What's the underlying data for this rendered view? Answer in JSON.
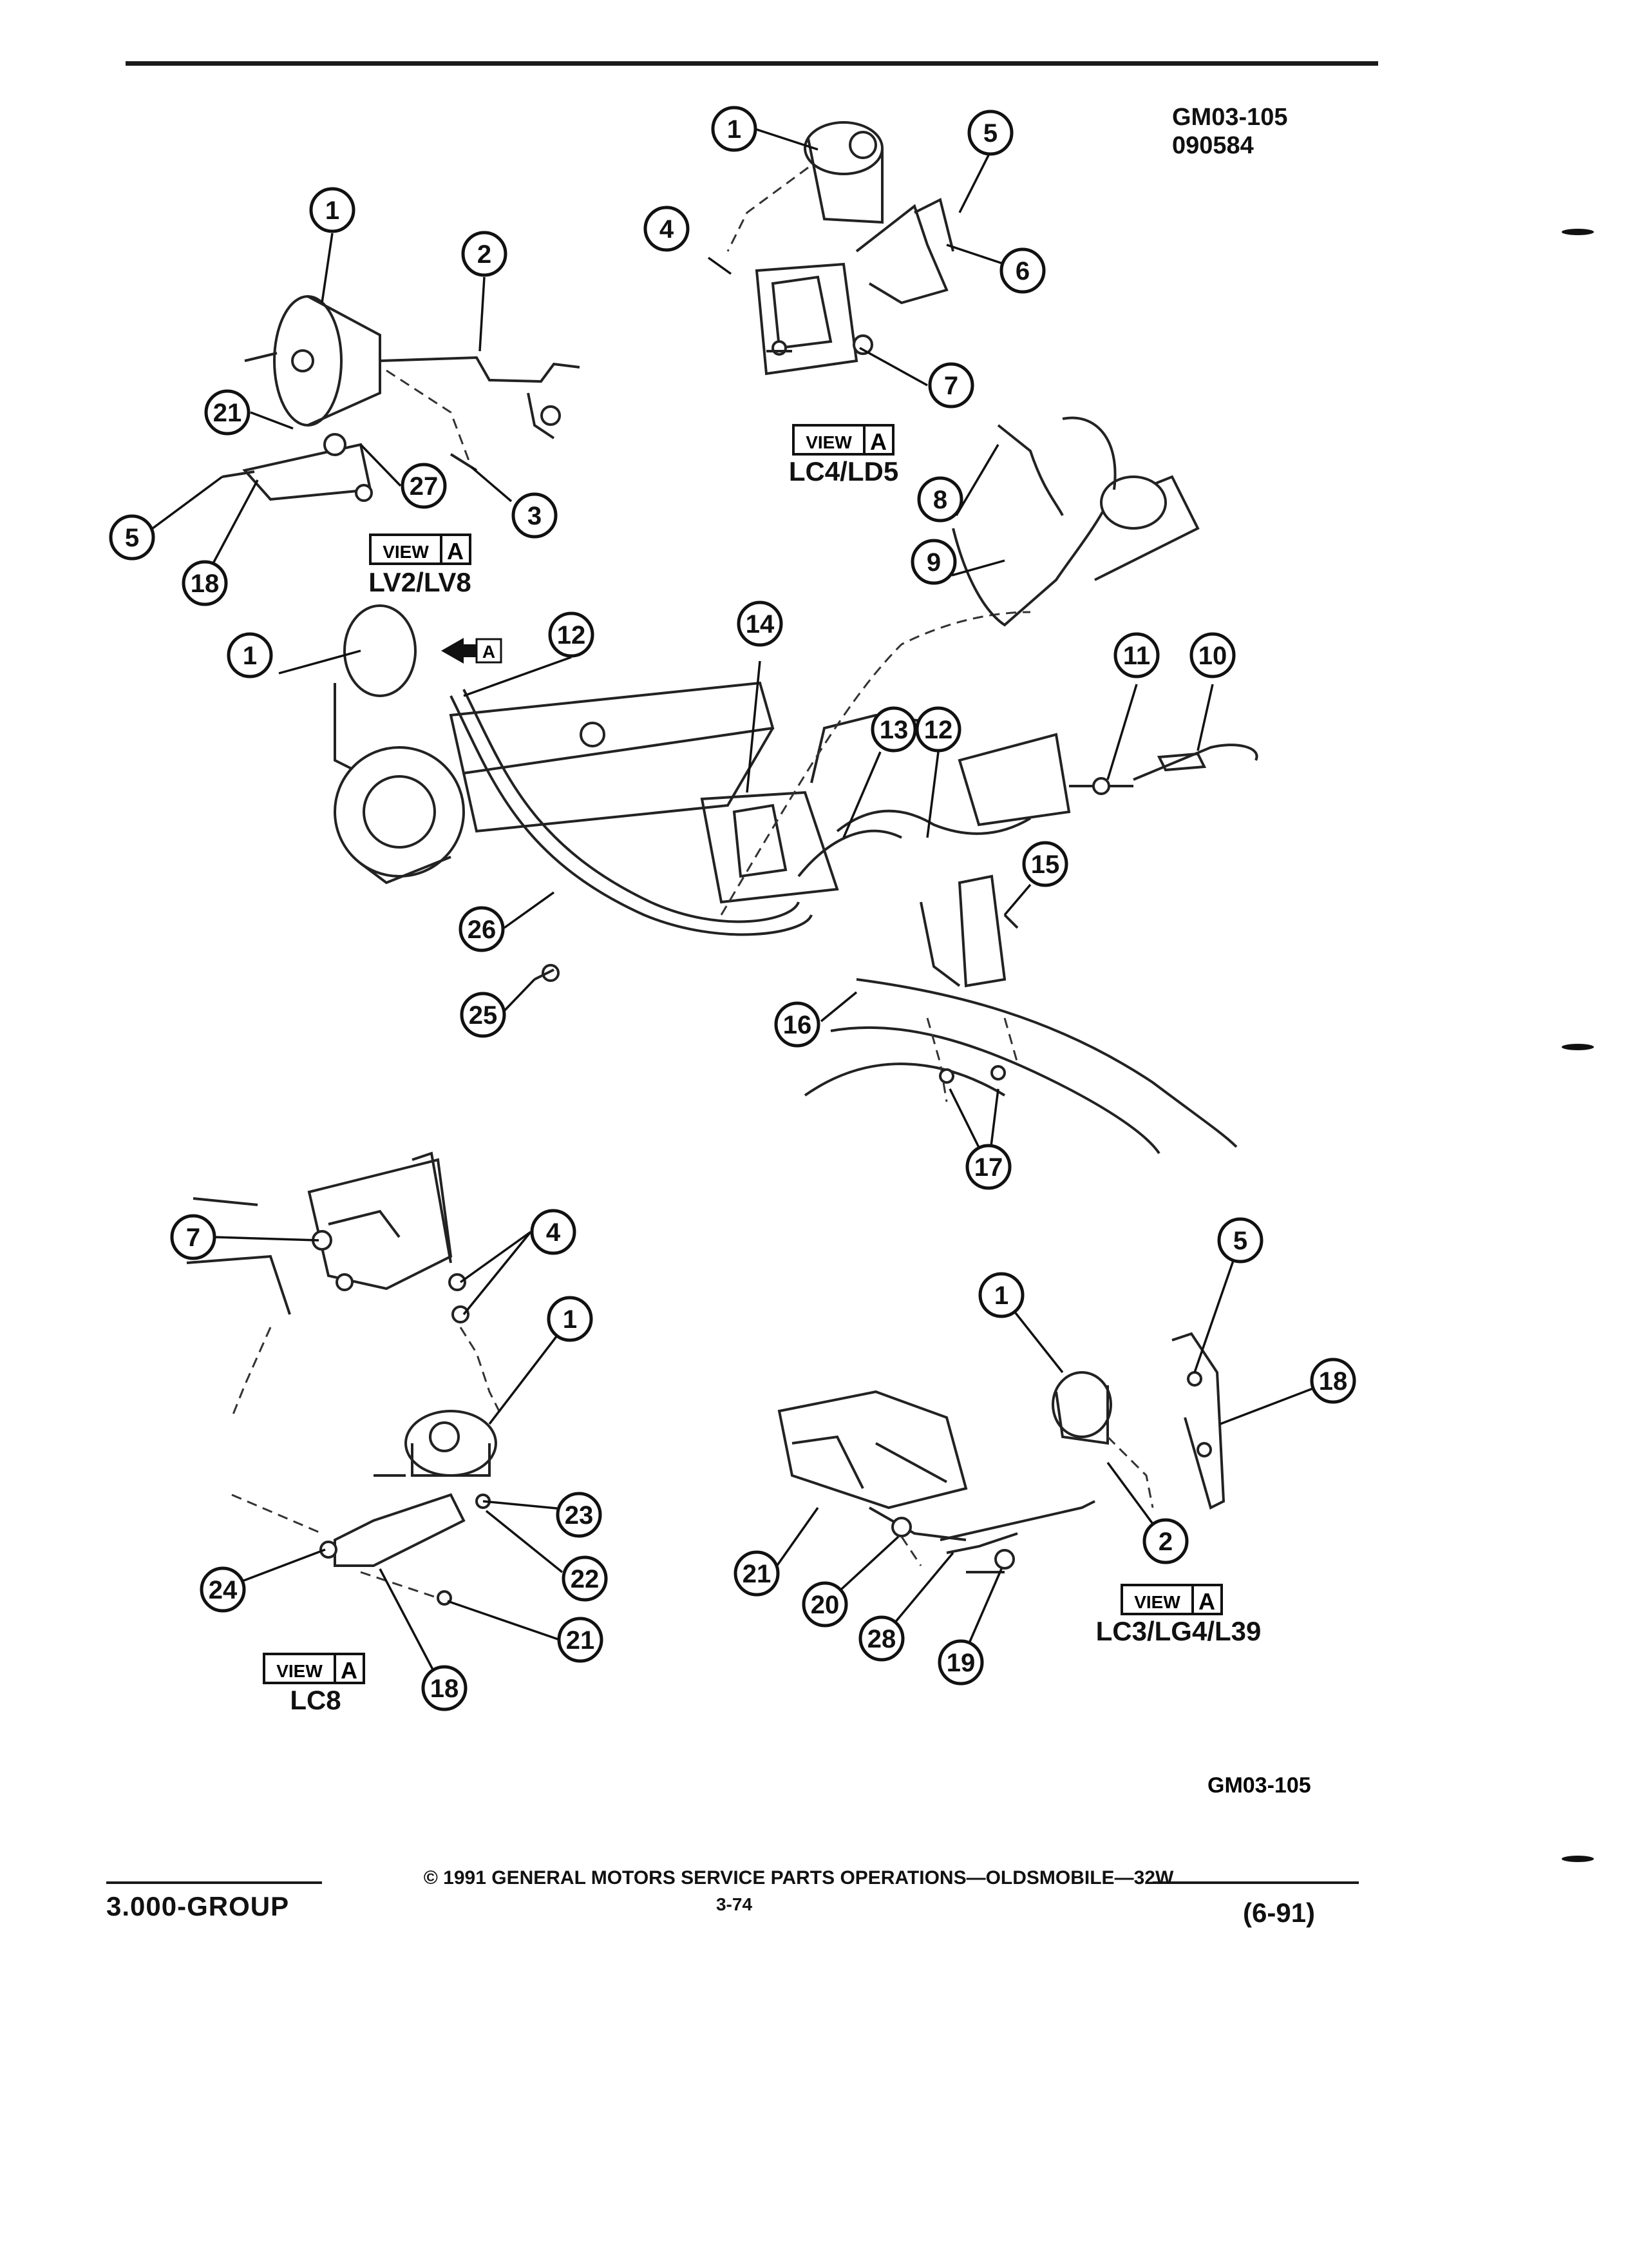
{
  "header": {
    "doc_code": "GM03-105",
    "doc_number": "090584"
  },
  "views": [
    {
      "id": "top-left",
      "view_word": "VIEW",
      "view_letter": "A",
      "engine": "LV2/LV8"
    },
    {
      "id": "top-center",
      "view_word": "VIEW",
      "view_letter": "A",
      "engine": "LC4/LD5"
    },
    {
      "id": "bottom-left",
      "view_word": "VIEW",
      "view_letter": "A",
      "engine": "LC8"
    },
    {
      "id": "bottom-right",
      "view_word": "VIEW",
      "view_letter": "A",
      "engine": "LC3/LG4/L39"
    }
  ],
  "view_arrow_letter": "A",
  "figure_code": "GM03-105",
  "callouts": {
    "c1": "1",
    "c2": "2",
    "c3": "3",
    "c4": "4",
    "c5": "5",
    "c6": "6",
    "c7": "7",
    "c8": "8",
    "c9": "9",
    "c10": "10",
    "c11": "11",
    "c12": "12",
    "c13": "13",
    "c14": "14",
    "c15": "15",
    "c16": "16",
    "c17": "17",
    "c18": "18",
    "c19": "19",
    "c20": "20",
    "c21": "21",
    "c22": "22",
    "c23": "23",
    "c24": "24",
    "c25": "25",
    "c26": "26",
    "c27": "27",
    "c28": "28"
  },
  "footer": {
    "group": "3.000-GROUP",
    "copyright": "© 1991 GENERAL MOTORS SERVICE PARTS OPERATIONS—OLDSMOBILE—32W",
    "page": "3-74",
    "date": "(6-91)"
  }
}
